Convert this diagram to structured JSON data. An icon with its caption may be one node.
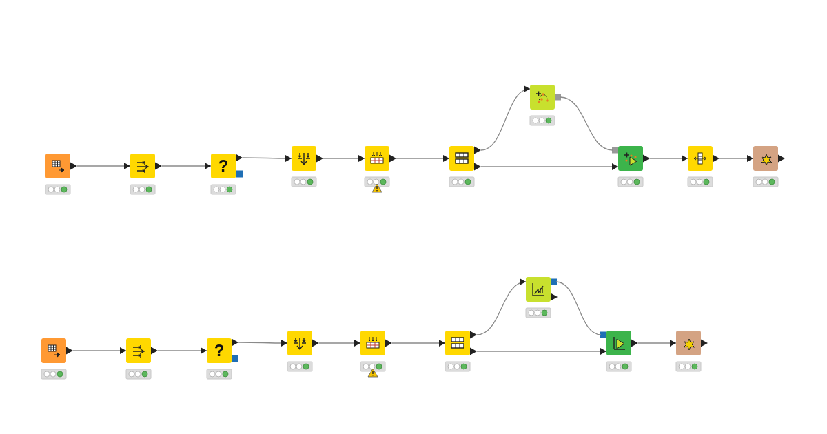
{
  "diagram": {
    "nodes": [
      {
        "text": [],
        "shape": "box"
      },
      {
        "text": [],
        "shape": "box"
      },
      {
        "text": [
          "?"
        ]
      },
      {
        "text": [],
        "shape": "box"
      },
      {
        "text": [],
        "shape": "box"
      },
      {
        "text": [],
        "shape": "box"
      },
      {
        "text": [],
        "shape": "box"
      },
      {
        "text": [],
        "shape": "box"
      },
      {
        "text": [],
        "shape": "box"
      },
      {
        "text": [],
        "shape": "box"
      },
      {
        "text": [],
        "shape": "box"
      },
      {
        "text": [],
        "shape": "box"
      },
      {
        "text": [
          "?"
        ]
      },
      {
        "text": [],
        "shape": "box"
      },
      {
        "text": [],
        "shape": "box"
      },
      {
        "text": [],
        "shape": "box"
      },
      {
        "text": [],
        "shape": "box"
      },
      {
        "text": [],
        "shape": "box"
      },
      {
        "text": [],
        "shape": "box"
      }
    ],
    "edges": [
      {
        "from": 0,
        "to": 1,
        "arrow": "to"
      },
      {
        "from": 1,
        "to": 2,
        "arrow": "to"
      },
      {
        "from": 2,
        "to": 3,
        "arrow": "to"
      },
      {
        "from": 3,
        "to": 4,
        "arrow": "to"
      },
      {
        "from": 4,
        "to": 5,
        "arrow": "to"
      },
      {
        "from": 5,
        "to": 6,
        "arrow": "to"
      },
      {
        "from": 6,
        "to": 7,
        "arrow": "none"
      },
      {
        "from": 5,
        "to": 7,
        "arrow": "to"
      },
      {
        "from": 7,
        "to": 8,
        "arrow": "to"
      },
      {
        "from": 8,
        "to": 9,
        "arrow": "to"
      },
      {
        "from": 10,
        "to": 11,
        "arrow": "to"
      },
      {
        "from": 11,
        "to": 12,
        "arrow": "to"
      },
      {
        "from": 12,
        "to": 13,
        "arrow": "to"
      },
      {
        "from": 13,
        "to": 14,
        "arrow": "to"
      },
      {
        "from": 14,
        "to": 15,
        "arrow": "to"
      },
      {
        "from": 15,
        "to": 16,
        "arrow": "to"
      },
      {
        "from": 16,
        "to": 17,
        "arrow": "none"
      },
      {
        "from": 15,
        "to": 17,
        "arrow": "to"
      },
      {
        "from": 17,
        "to": 18,
        "arrow": "to"
      }
    ]
  }
}
